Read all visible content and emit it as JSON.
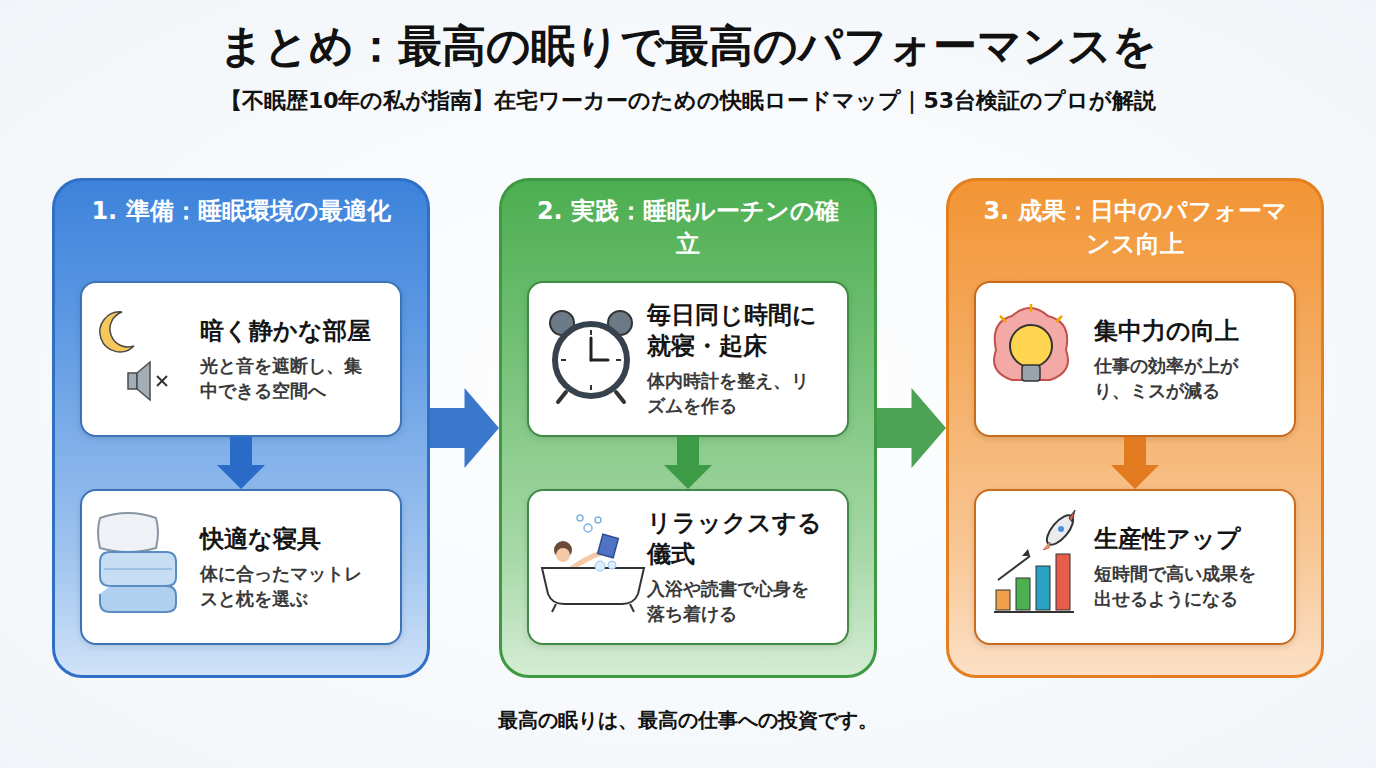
{
  "diagram": {
    "title": "まとめ：最高の眠りで最高のパフォーマンスを",
    "caption": "最高の眠りは、最高の仕事への投資です。",
    "nodes": [
      {
        "text": [
          "1. 準備：睡眠環境の最適化"
        ]
      },
      {
        "text": [
          "暗く静かな部屋",
          "光と音を遮断し、集中できる空間へ"
        ],
        "in": 0
      },
      {
        "text": [
          "快適な寝具",
          "体に合ったマットレスと枕を選ぶ"
        ],
        "in": 0
      },
      {
        "text": [
          "2. 実践：睡眠ルーチンの確立"
        ]
      },
      {
        "text": [
          "毎日同じ時間に就寝・起床",
          "体内時計を整え、リズムを作る"
        ],
        "in": 3
      },
      {
        "text": [
          "リラックスする儀式",
          "入浴や読書で心身を落ち着ける"
        ],
        "in": 3
      },
      {
        "text": [
          "3. 成果：日中のパフォーマンス向上"
        ]
      },
      {
        "text": [
          "集中力の向上",
          "仕事の効率が上がり、ミスが減る"
        ],
        "in": 6
      },
      {
        "text": [
          "生産性アップ",
          "短時間で高い成果を出せるようになる"
        ],
        "in": 6
      }
    ],
    "edges": [
      {
        "from": 1,
        "to": 2,
        "arrow": "to"
      },
      {
        "from": 0,
        "to": 3,
        "arrow": "to"
      },
      {
        "from": 4,
        "to": 5,
        "arrow": "to"
      },
      {
        "from": 3,
        "to": 6,
        "arrow": "to"
      },
      {
        "from": 7,
        "to": 8,
        "arrow": "to"
      }
    ],
    "labels": [
      "【不眠歴10年の私が指南】在宅ワーカーのための快眠ロードマップ｜53台検証のプロが解説"
    ]
  }
}
